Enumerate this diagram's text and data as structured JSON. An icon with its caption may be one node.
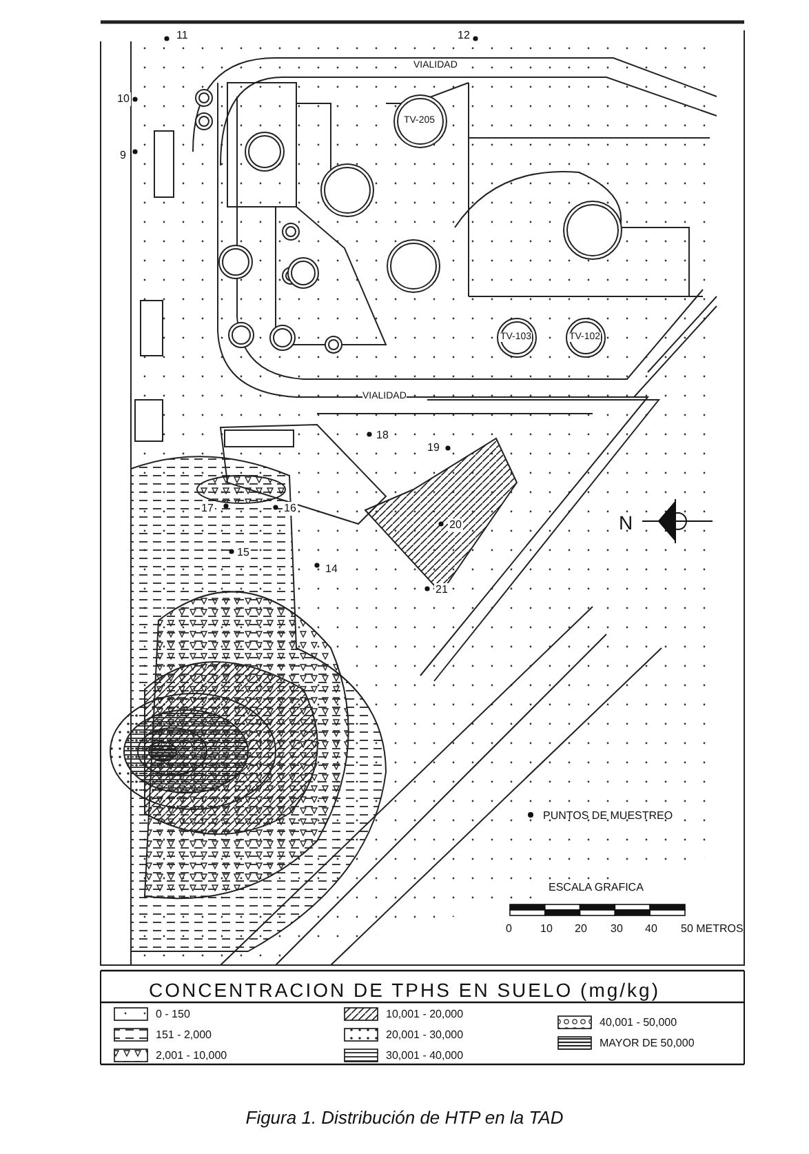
{
  "diagram": {
    "title": "CONCENTRACION DE TPHS EN SUELO (mg/kg)",
    "caption": "Figura 1. Distribución de HTP en la TAD",
    "labels": [
      "11",
      "12",
      "VIALIDAD",
      "10",
      "9",
      "TV-205",
      "TV-103",
      "TV-102",
      "VIALIDAD",
      "18",
      "19",
      "17",
      "16",
      "15",
      "20",
      "14",
      "21",
      "N",
      "ESCALA GRAFICA",
      "0",
      "10",
      "20",
      "30",
      "40",
      "50 METROS"
    ],
    "legend": [
      {
        "text": "PUNTOS DE MUESTREO"
      },
      {
        "text": "0 - 150"
      },
      {
        "text": "151 - 2,000"
      },
      {
        "text": "2,001 - 10,000"
      },
      {
        "text": "10,001 - 20,000"
      },
      {
        "text": "20,001 - 30,000"
      },
      {
        "text": "30,001 - 40,000"
      },
      {
        "text": "40,001 - 50,000"
      },
      {
        "text": "MAYOR DE 50,000"
      }
    ]
  }
}
